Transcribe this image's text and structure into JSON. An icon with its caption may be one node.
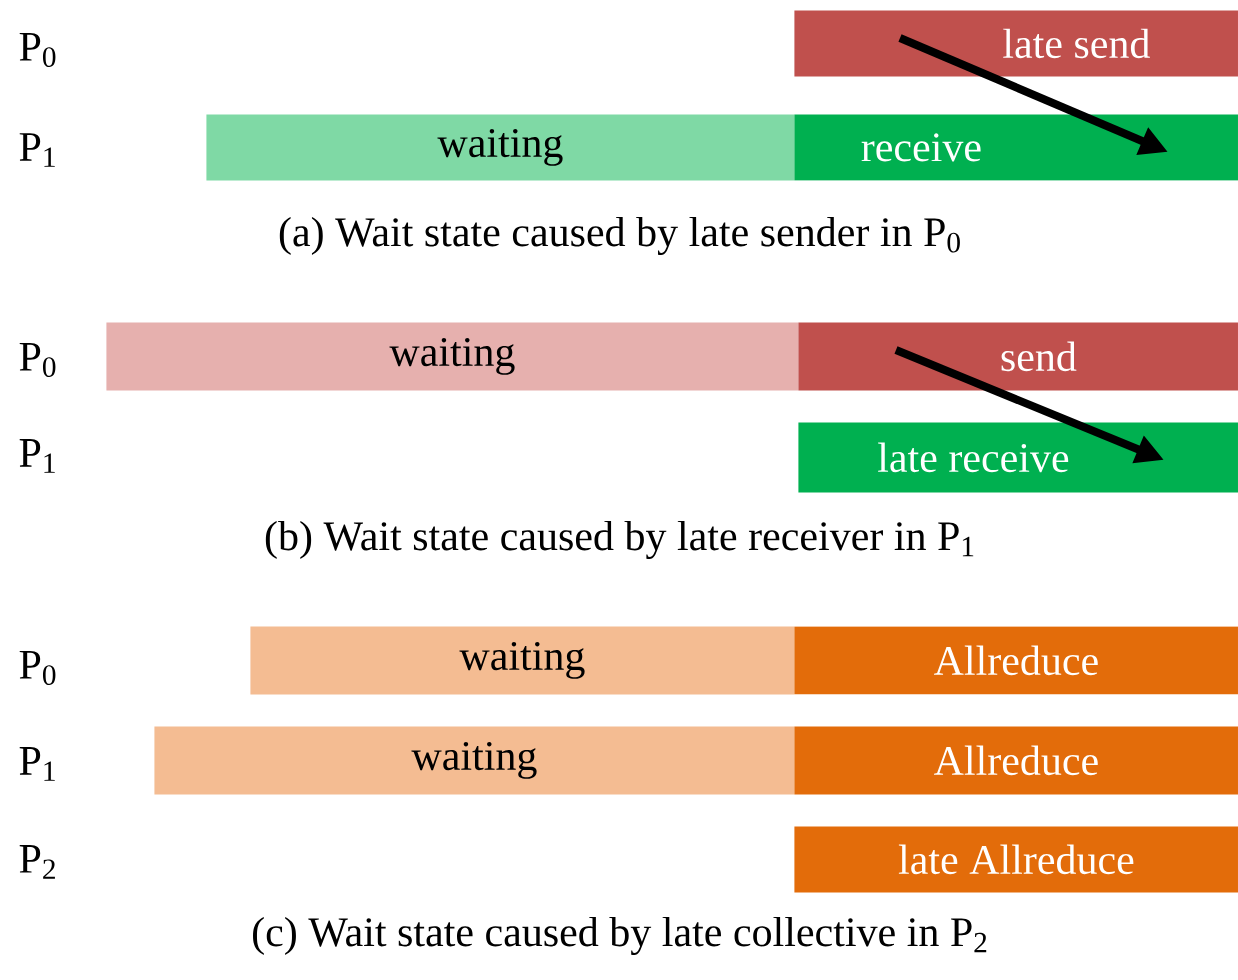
{
  "diagram": {
    "nodes": [
      {
        "text": [
          "late send"
        ]
      },
      {
        "text": [
          "waiting"
        ]
      },
      {
        "text": [
          "receive"
        ]
      },
      {
        "text": [
          "waiting"
        ]
      },
      {
        "text": [
          "send"
        ]
      },
      {
        "text": [
          "late receive"
        ]
      },
      {
        "text": [
          "waiting"
        ]
      },
      {
        "text": [
          "Allreduce"
        ]
      },
      {
        "text": [
          "waiting"
        ]
      },
      {
        "text": [
          "Allreduce"
        ]
      },
      {
        "text": [
          "late Allreduce"
        ]
      }
    ],
    "edges": [
      {
        "from": 0,
        "to": 2,
        "arrow": "to"
      },
      {
        "from": 4,
        "to": 5,
        "arrow": "to"
      }
    ],
    "labels": [
      "P$_{0}$",
      "P$_{1}$",
      "(a) Wait state caused by late sender in P$_{0}$",
      "P$_{0}$",
      "P$_{1}$",
      "(b) Wait state caused by late receiver in P$_{1}$",
      "P$_{0}$",
      "P$_{1}$",
      "P$_{2}$",
      "(c) Wait state caused by late collective in P$_{2}$"
    ]
  }
}
